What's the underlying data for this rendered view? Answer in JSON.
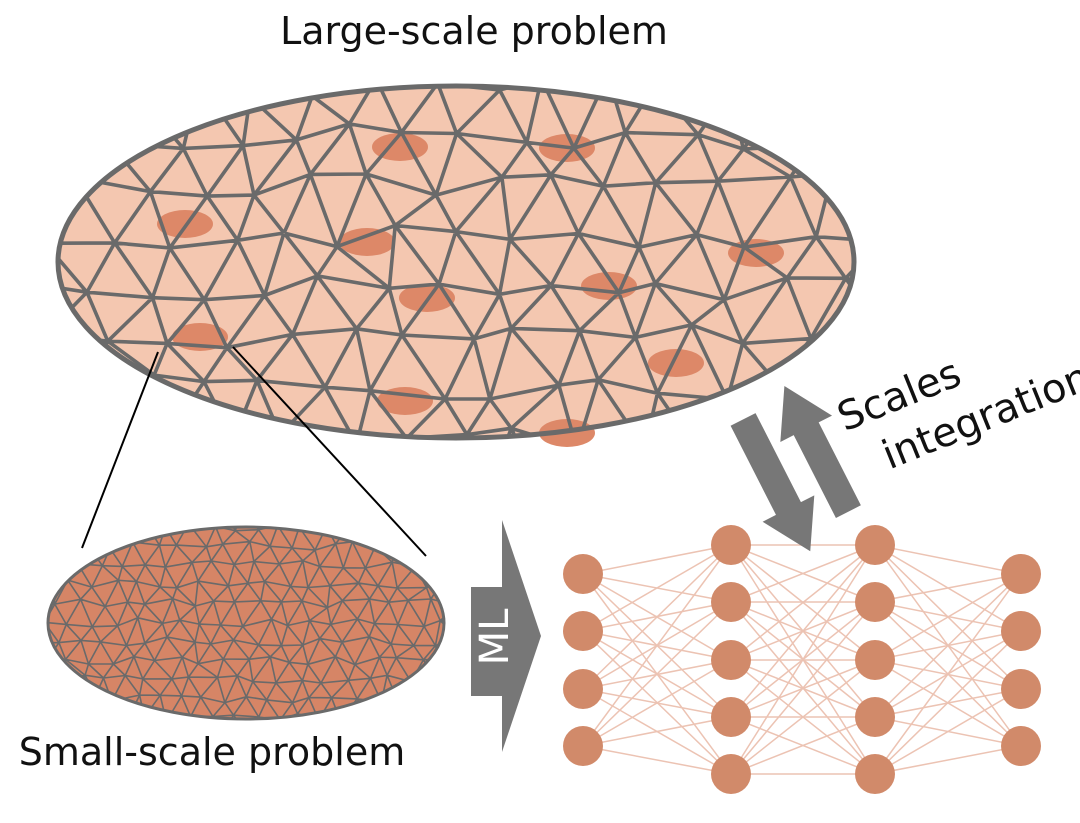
{
  "labels": {
    "large_scale": "Large-scale problem",
    "small_scale": "Small-scale problem",
    "ml": "ML",
    "scales_line1": "Scales",
    "scales_line2": "integration"
  },
  "colors": {
    "large_fill": "#f4c7b0",
    "mesh_stroke": "#6a6a6a",
    "hotspot": "#dd8868",
    "small_fill": "#d68566",
    "neuron": "#d18a6a",
    "connection": "#ecc3b3",
    "arrow": "#777777"
  },
  "network": {
    "layers": [
      4,
      5,
      5,
      4
    ]
  }
}
